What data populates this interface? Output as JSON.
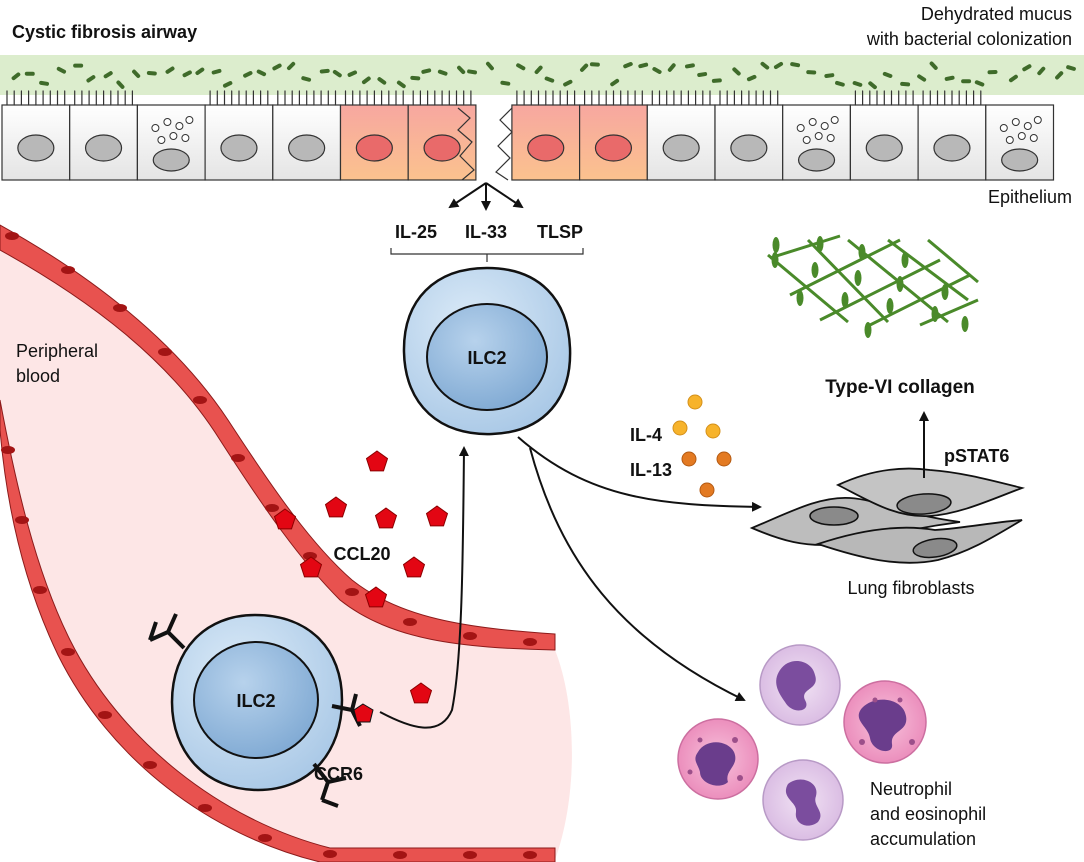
{
  "labels": {
    "airway_title": "Cystic fibrosis airway",
    "mucus_line1": "Dehydrated mucus",
    "mucus_line2": "with bacterial colonization",
    "epithelium": "Epithelium",
    "il25": "IL-25",
    "il33": "IL-33",
    "tlsp": "TLSP",
    "blood_line1": "Peripheral",
    "blood_line2": "blood",
    "ilc2_top": "ILC2",
    "ilc2_bottom": "ILC2",
    "ccl20": "CCL20",
    "ccr6": "CCR6",
    "il4": "IL-4",
    "il13": "IL-13",
    "collagen": "Type-VI collagen",
    "pstat6": "pSTAT6",
    "fibroblasts": "Lung fibroblasts",
    "granulocytes_line1": "Neutrophil",
    "granulocytes_line2": "and eosinophil",
    "granulocytes_line3": "accumulation"
  },
  "colors": {
    "mucus": "#d9ecc9",
    "bacteria": "#3f6b2a",
    "epithelial_cell": "#f1f1f1",
    "damaged_cell": "#f4a584",
    "nucleus_gray": "#b8b8b8",
    "nucleus_red": "#e96a6a",
    "vessel_wall": "#e14b4b",
    "endothelial_nucleus": "#b01818",
    "blood_lumen": "#fde4e4",
    "ilc2_outer": "#bcd6ee",
    "ilc2_nucleus": "#8fb6dc",
    "ccl20": "#e30613",
    "il4": "#f5a623",
    "il13": "#e37a22",
    "collagen": "#4a8a2a",
    "fibroblast": "#b9b9b9",
    "granulocyte_cytoplasm": "#e3c9ea",
    "eosinophil_cytoplasm": "#ef9ec6",
    "granulocyte_nucleus": "#7b4d9e"
  },
  "icons": [
    "epithelial-cell-icon",
    "goblet-cell-icon",
    "ilc2-cell-icon",
    "ccl20-chemokine-icon",
    "ccr6-receptor-icon",
    "cytokine-dot-icon",
    "fibroblast-icon",
    "collagen-network-icon",
    "neutrophil-icon",
    "eosinophil-icon"
  ]
}
